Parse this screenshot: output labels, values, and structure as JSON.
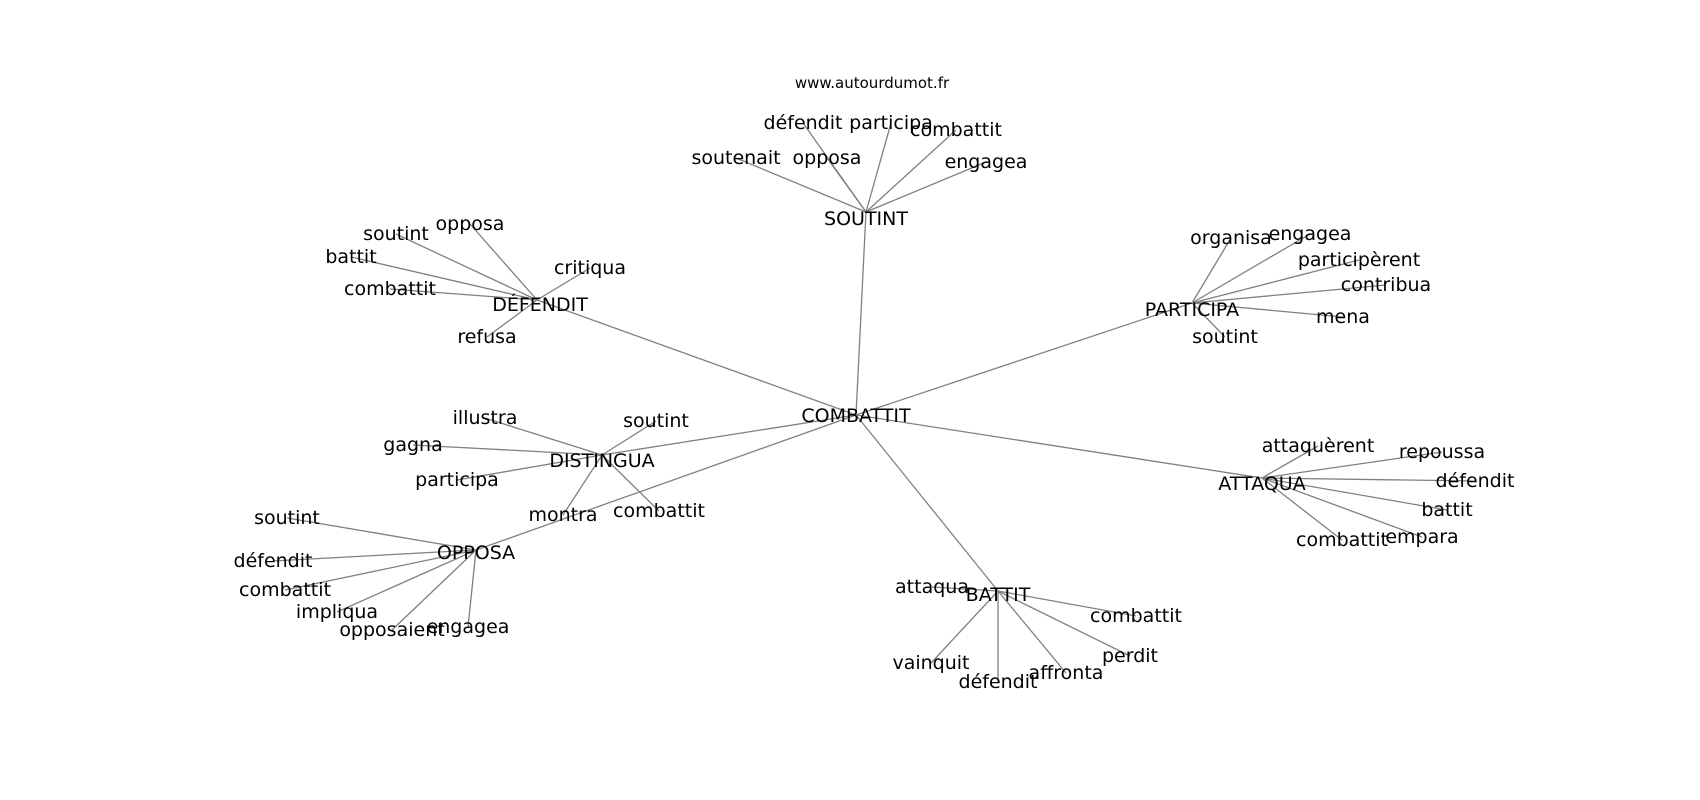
{
  "site": "www.autourdumot.fr",
  "center": "COMBATTIT",
  "branches": [
    {
      "id": "soutint",
      "label": "SOUTINT",
      "leaves": [
        "défendit",
        "participa",
        "combattit",
        "opposa",
        "soutenait",
        "engagea"
      ]
    },
    {
      "id": "defendit",
      "label": "DÉFENDIT",
      "leaves": [
        "opposa",
        "soutint",
        "battit",
        "combattit",
        "critiqua",
        "refusa"
      ]
    },
    {
      "id": "participa",
      "label": "PARTICIPA",
      "leaves": [
        "organisa",
        "engagea",
        "participèrent",
        "contribua",
        "mena",
        "soutint"
      ]
    },
    {
      "id": "distingua",
      "label": "DISTINGUA",
      "leaves": [
        "illustra",
        "soutint",
        "gagna",
        "participa",
        "montra",
        "combattit"
      ]
    },
    {
      "id": "attaqua",
      "label": "ATTAQUA",
      "leaves": [
        "attaquèrent",
        "repoussa",
        "défendit",
        "battit",
        "combattit",
        "empara"
      ]
    },
    {
      "id": "opposa",
      "label": "OPPOSA",
      "leaves": [
        "soutint",
        "défendit",
        "combattit",
        "impliqua",
        "opposaient",
        "engagea"
      ]
    },
    {
      "id": "battit",
      "label": "BATTIT",
      "leaves": [
        "attaqua",
        "combattit",
        "perdit",
        "vainquit",
        "défendit",
        "affronta"
      ]
    }
  ]
}
